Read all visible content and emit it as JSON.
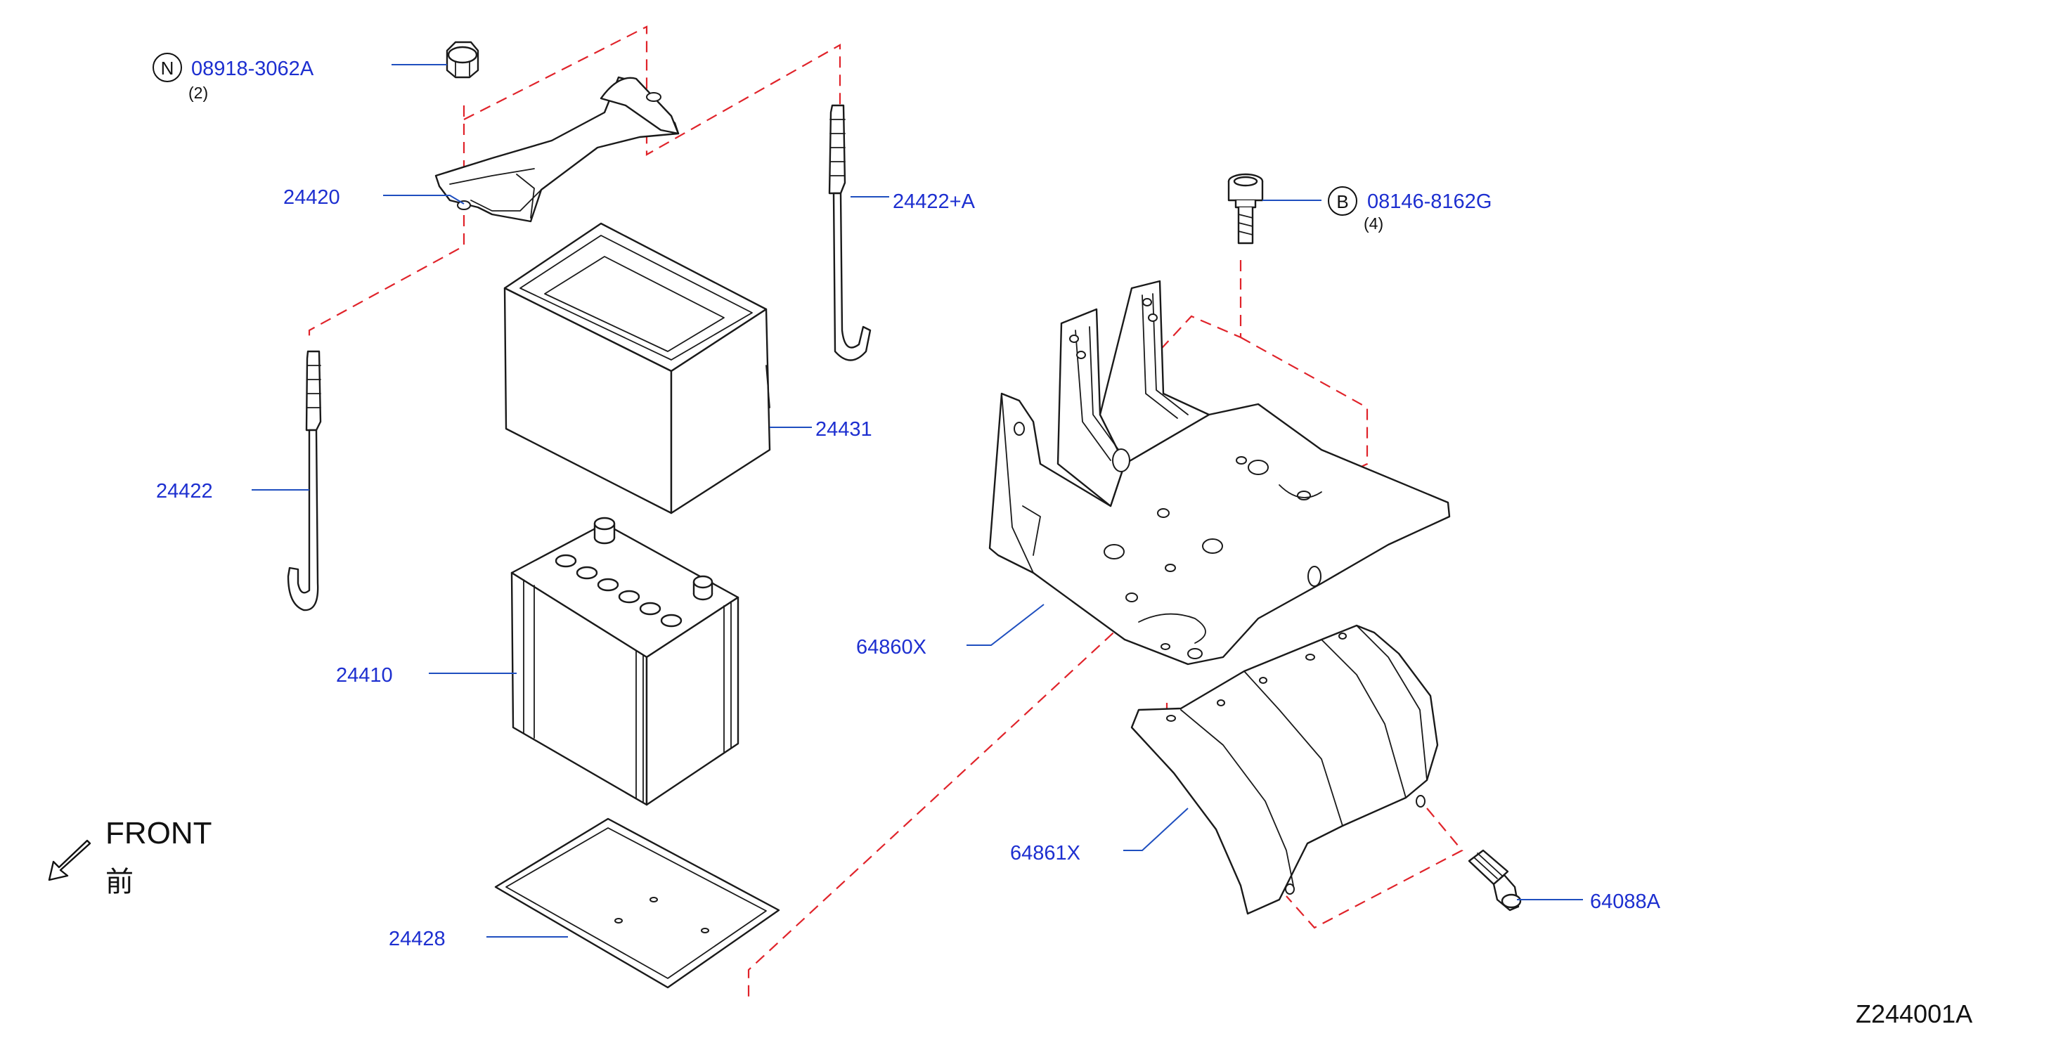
{
  "diagram_code": "Z244001A",
  "front": {
    "label": "FRONT",
    "label_jp": "前"
  },
  "callouts": {
    "nut": {
      "prefix": "N",
      "number": "08918-3062A",
      "qty": "(2)"
    },
    "bolt": {
      "prefix": "B",
      "number": "08146-8162G",
      "qty": "(4)"
    }
  },
  "parts": {
    "frame": "24420",
    "rod_a": "24422+A",
    "rod": "24422",
    "cover": "24431",
    "battery": "24410",
    "tray": "24428",
    "bracket": "64860X",
    "guard": "64861X",
    "screw": "64088A"
  },
  "colors": {
    "label": "#1d2fd0",
    "leader": "#1f4fbf",
    "dashed_guide": "#e0232a",
    "linework": "#1a1a1a"
  }
}
